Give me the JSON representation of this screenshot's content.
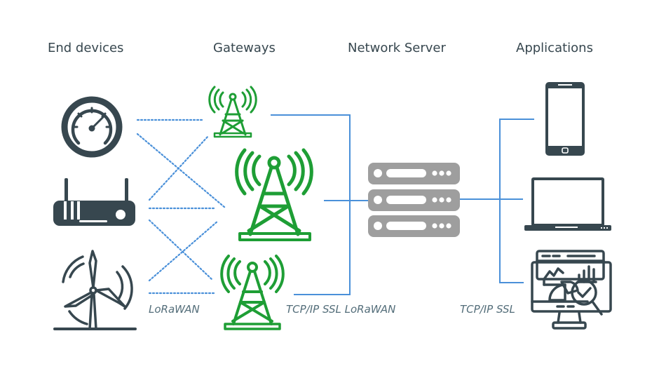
{
  "columns": {
    "end_devices": "End devices",
    "gateways": "Gateways",
    "network_server": "Network Server",
    "applications": "Applications"
  },
  "protocols": {
    "device_to_gateway": "LoRaWAN",
    "gateway_to_server": "TCP/IP SSL LoRaWAN",
    "server_to_app": "TCP/IP SSL"
  },
  "end_devices": [
    {
      "name": "gauge",
      "icon": "gauge-icon"
    },
    {
      "name": "router",
      "icon": "router-icon"
    },
    {
      "name": "wind-turbine",
      "icon": "wind-turbine-icon"
    }
  ],
  "gateways": [
    {
      "name": "gateway-small-top",
      "icon": "antenna-tower-icon"
    },
    {
      "name": "gateway-large-middle",
      "icon": "antenna-tower-icon"
    },
    {
      "name": "gateway-bottom",
      "icon": "antenna-tower-icon"
    }
  ],
  "network_server": {
    "icon": "server-rack-icon",
    "units": 3
  },
  "applications": [
    {
      "name": "smartphone",
      "icon": "smartphone-icon"
    },
    {
      "name": "laptop",
      "icon": "laptop-icon"
    },
    {
      "name": "analytics-dashboard",
      "icon": "analytics-monitor-icon"
    }
  ],
  "colors": {
    "device": "#37474f",
    "gateway": "#1e9e35",
    "server": "#9e9e9e",
    "link": "#4a90d9",
    "text": "#37474f"
  }
}
